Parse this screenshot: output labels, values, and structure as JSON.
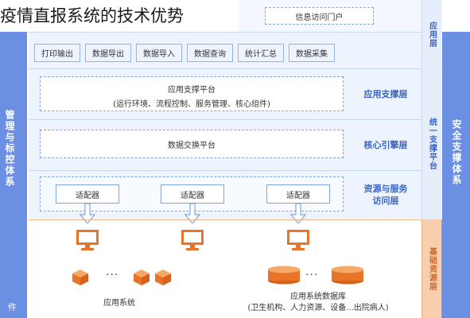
{
  "title": "疫情直报系统的技术优势",
  "left_side": "管理与标控体系",
  "right_side": "安全支撑体系",
  "portal": {
    "label": "信息访问门户",
    "row_label": "应用层"
  },
  "functions": [
    "数据采集",
    "统计汇总",
    "数据查询",
    "数据导入",
    "数据导出",
    "打印输出"
  ],
  "support": {
    "title": "应用支撑平台",
    "sub": "(运行环境、流程控制、服务管理、核心组件)",
    "label": "应用支撑层"
  },
  "exchange": {
    "title": "数据交换平台",
    "label": "核心引擎层"
  },
  "access_label_1": "资源与服务",
  "access_label_2": "访问层",
  "unified_col": "统一支撑平台",
  "adapters": [
    "适配器",
    "适配器",
    "适配器"
  ],
  "resource_col": "基础资源层",
  "app_system": "应用系统",
  "db": {
    "title": "应用系统数据库",
    "sub": "(卫生机构、人力资源、设备...出院病人)"
  },
  "ellipsis": "···",
  "watermark": "件"
}
